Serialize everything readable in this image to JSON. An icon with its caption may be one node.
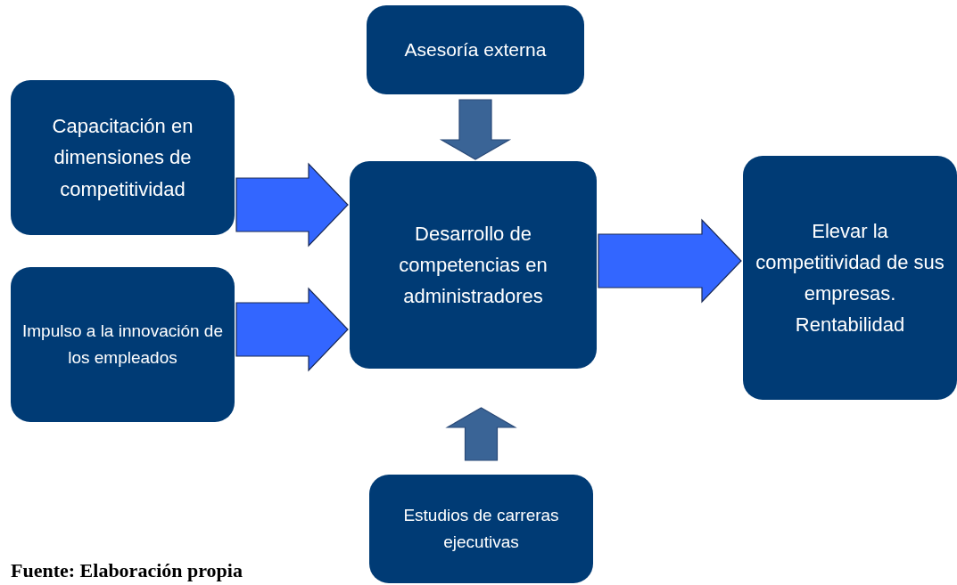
{
  "diagram": {
    "caption": "Fuente: Elaboración propia",
    "nodes": [
      {
        "text": [
          "Asesoría externa"
        ]
      },
      {
        "text": [
          "Capacitación en dimensiones de competitividad"
        ]
      },
      {
        "text": [
          "Impulso a la innovación de los empleados"
        ]
      },
      {
        "text": [
          "Desarrollo de competencias en administradores"
        ]
      },
      {
        "text": [
          "Elevar la competitividad de sus empresas. Rentabilidad"
        ]
      },
      {
        "text": [
          "Estudios de carreras ejecutivas"
        ]
      }
    ],
    "edges": [
      {
        "from": 0,
        "to": 3,
        "arrow": "to",
        "color": "#3a6496"
      },
      {
        "from": 1,
        "to": 3,
        "arrow": "to"
      },
      {
        "from": 2,
        "to": 3,
        "arrow": "to"
      },
      {
        "from": 3,
        "to": 4,
        "arrow": "to"
      },
      {
        "from": 5,
        "to": 3,
        "arrow": "to",
        "color": "#3a6496"
      }
    ]
  }
}
